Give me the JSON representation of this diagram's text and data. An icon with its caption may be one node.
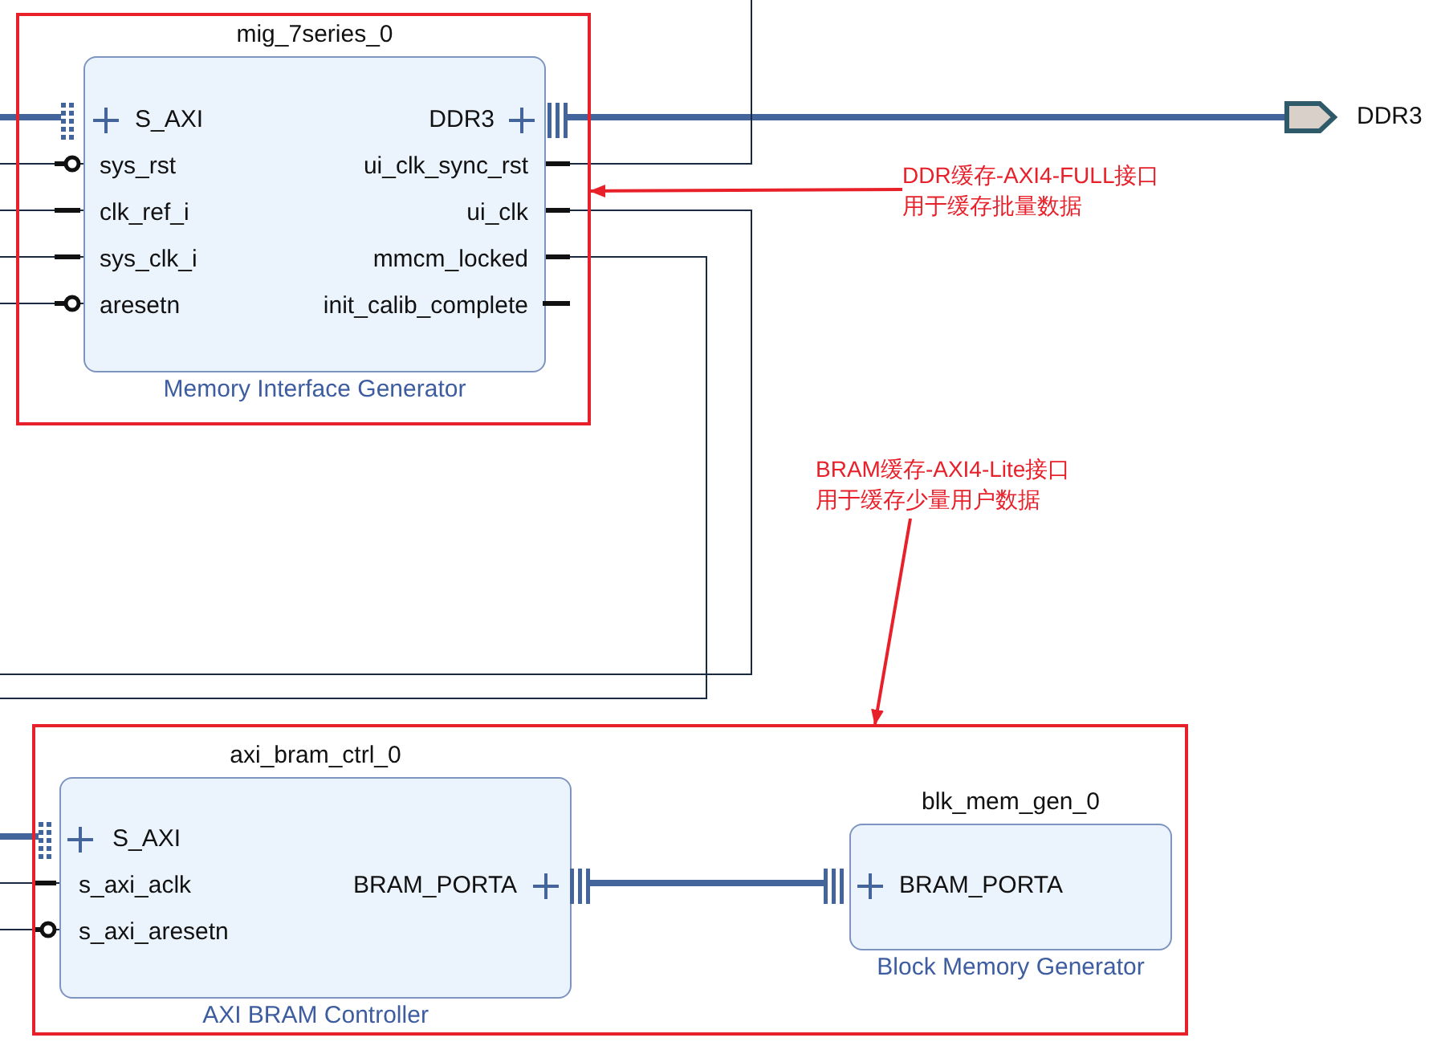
{
  "diagram": {
    "nodes": [
      {
        "text": [],
        "shape": "box"
      },
      {
        "text": [
          "mig_7series_0",
          "Memory Interface Generator"
        ],
        "in": 0
      },
      {
        "text": [
          "S_AXI"
        ],
        "in": 1
      },
      {
        "text": [
          "sys_rst"
        ],
        "in": 1
      },
      {
        "text": [
          "clk_ref_i"
        ],
        "in": 1
      },
      {
        "text": [
          "sys_clk_i"
        ],
        "in": 1
      },
      {
        "text": [
          "aresetn"
        ],
        "in": 1
      },
      {
        "text": [
          "DDR3"
        ],
        "in": 1
      },
      {
        "text": [
          "ui_clk_sync_rst"
        ],
        "in": 1
      },
      {
        "text": [
          "ui_clk"
        ],
        "in": 1
      },
      {
        "text": [
          "mmcm_locked"
        ],
        "in": 1
      },
      {
        "text": [
          "init_calib_complete"
        ],
        "in": 1
      },
      {
        "text": [
          "DDR3"
        ]
      },
      {
        "text": [
          "DDR缓存-AXI4-FULL接口",
          "用于缓存批量数据"
        ]
      },
      {
        "text": [
          "BRAM缓存-AXI4-Lite接口",
          "用于缓存少量用户数据"
        ]
      },
      {
        "text": [],
        "shape": "box"
      },
      {
        "text": [
          "axi_bram_ctrl_0",
          "AXI BRAM Controller"
        ],
        "in": 15
      },
      {
        "text": [
          "S_AXI"
        ],
        "in": 16
      },
      {
        "text": [
          "s_axi_aclk"
        ],
        "in": 16
      },
      {
        "text": [
          "s_axi_aresetn"
        ],
        "in": 16
      },
      {
        "text": [
          "BRAM_PORTA"
        ],
        "in": 16
      },
      {
        "text": [
          "blk_mem_gen_0",
          "Block Memory Generator"
        ],
        "in": 15
      },
      {
        "text": [
          "BRAM_PORTA"
        ],
        "in": 21
      }
    ],
    "edges": [
      {
        "from": null,
        "to": 2,
        "arrow": "none",
        "style": "thick",
        "color": "#44649c"
      },
      {
        "from": null,
        "to": 3,
        "arrow": "none"
      },
      {
        "from": null,
        "to": 4,
        "arrow": "none"
      },
      {
        "from": null,
        "to": 5,
        "arrow": "none"
      },
      {
        "from": null,
        "to": 6,
        "arrow": "none"
      },
      {
        "from": 7,
        "to": 12,
        "arrow": "none",
        "style": "thick",
        "color": "#44649c"
      },
      {
        "from": 8,
        "to": null,
        "arrow": "none"
      },
      {
        "from": 9,
        "to": null,
        "arrow": "none"
      },
      {
        "from": 10,
        "to": null,
        "arrow": "none"
      },
      {
        "from": 13,
        "to": 0,
        "arrow": "to",
        "color": "#e8202a"
      },
      {
        "from": 14,
        "to": 15,
        "arrow": "to",
        "color": "#e8202a"
      },
      {
        "from": null,
        "to": 17,
        "arrow": "none",
        "style": "thick",
        "color": "#44649c"
      },
      {
        "from": null,
        "to": 18,
        "arrow": "none"
      },
      {
        "from": null,
        "to": 19,
        "arrow": "none"
      },
      {
        "from": 20,
        "to": 22,
        "arrow": "none",
        "style": "thick",
        "color": "#44649c"
      }
    ]
  }
}
